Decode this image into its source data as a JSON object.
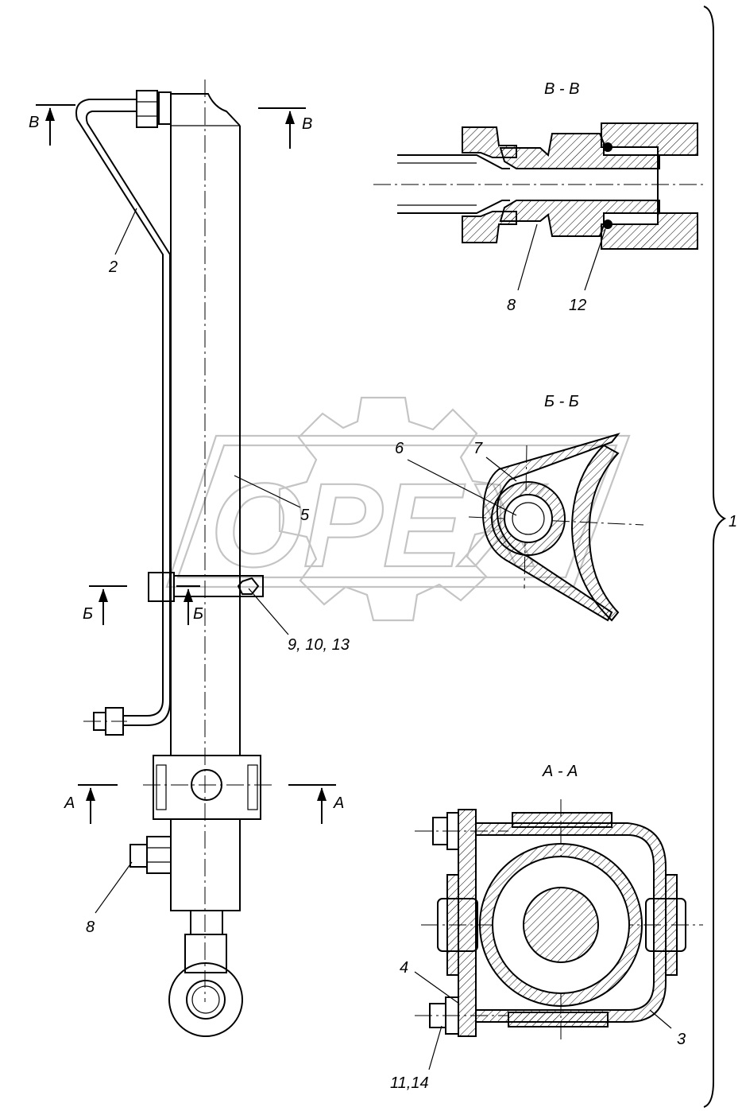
{
  "watermark": {
    "text": "OPEX"
  },
  "sections": {
    "vv": "В - В",
    "bb": "Б - Б",
    "aa": "А - А"
  },
  "section_marks": {
    "v_left": "В",
    "v_right": "В",
    "b_left": "Б",
    "b_right": "Б",
    "a_left": "А",
    "a_right": "А"
  },
  "callouts": {
    "c1": "1",
    "c2": "2",
    "c3": "3",
    "c4": "4",
    "c5": "5",
    "c6": "6",
    "c7": "7",
    "c8_vv": "8",
    "c12": "12",
    "c8_main": "8",
    "c9_10_13": "9, 10, 13",
    "c11_14": "11,14"
  }
}
